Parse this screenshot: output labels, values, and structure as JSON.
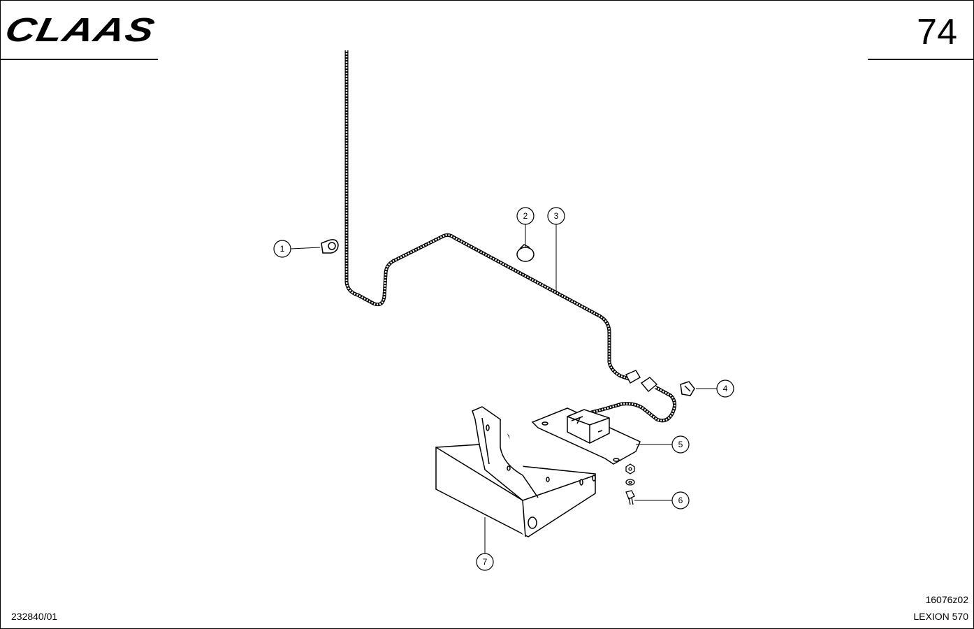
{
  "header": {
    "brand": "CLAAS",
    "page_number": "74"
  },
  "footer": {
    "doc_id": "232840/01",
    "drawing_code": "16076z02",
    "model": "LEXION 570"
  },
  "callouts": [
    "1",
    "2",
    "3",
    "4",
    "5",
    "6",
    "7"
  ]
}
